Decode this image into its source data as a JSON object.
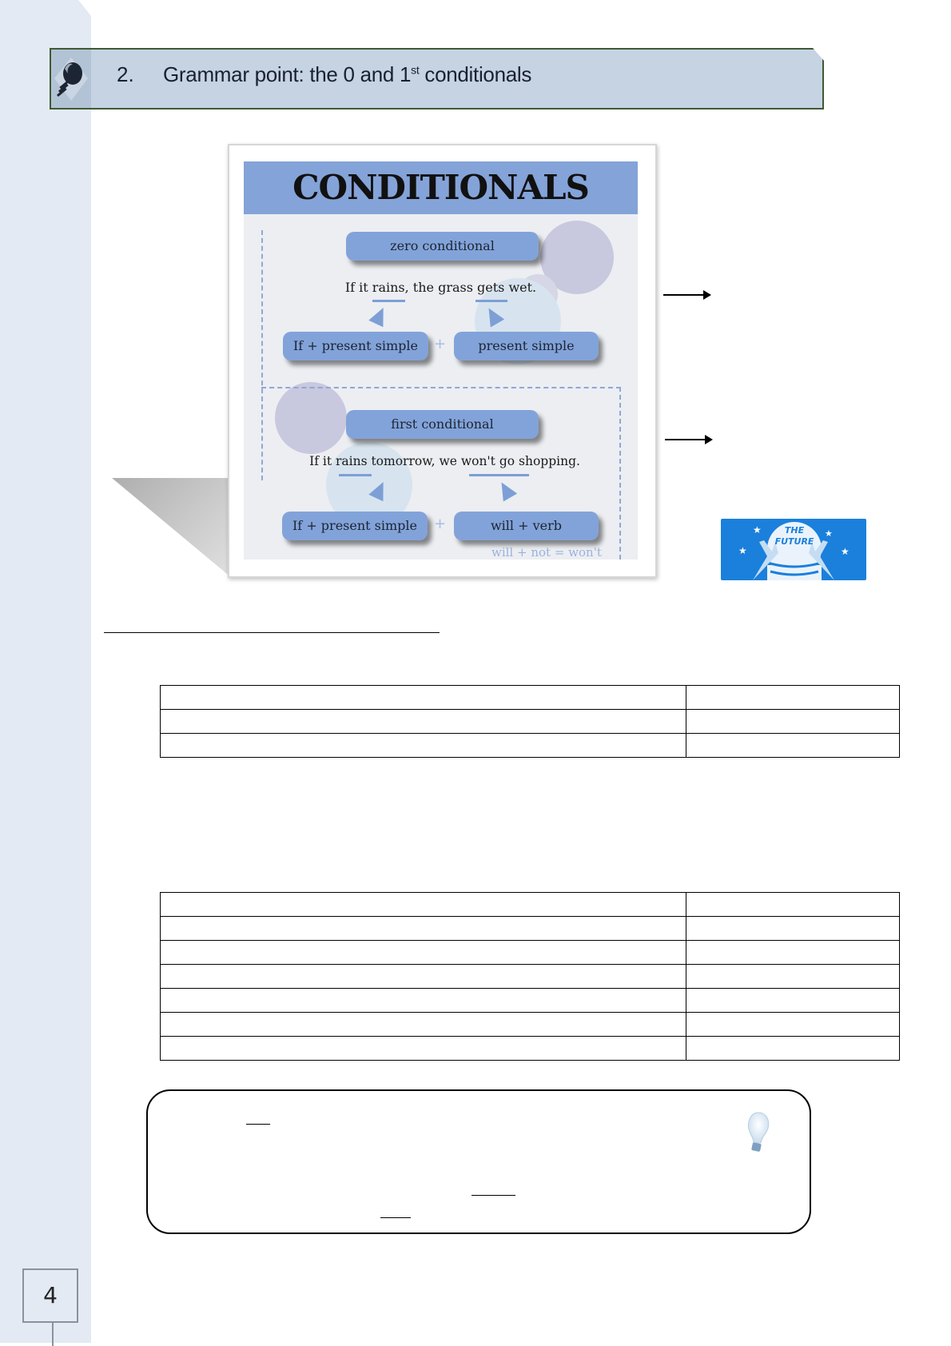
{
  "header": {
    "number": "2.",
    "title_pre": "Grammar point: the 0 and 1",
    "title_sup": "st",
    "title_post": " conditionals",
    "icon": "brain-lightbulb-icon"
  },
  "poster": {
    "title": "CONDITIONALS",
    "zero": {
      "label": "zero conditional",
      "example": "If it rains, the grass gets wet.",
      "left_formula": "If + present simple",
      "plus": "+",
      "right_formula": "present simple"
    },
    "first": {
      "label": "first conditional",
      "example": "If it rains tomorrow, we won't go shopping.",
      "left_formula": "If + present simple",
      "plus": "+",
      "right_formula": "will + verb",
      "note": "will + not = won't"
    },
    "colors": {
      "band": "#84a3d8",
      "pill": "#82a3d9"
    }
  },
  "future_image": {
    "text": "THE FUTURE"
  },
  "page_number": "4"
}
